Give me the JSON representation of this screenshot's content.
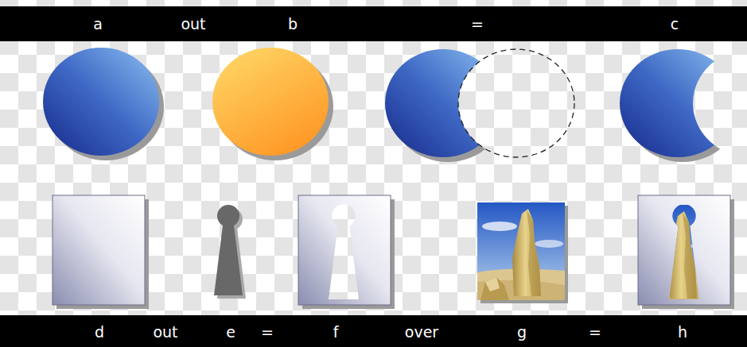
{
  "diagram": {
    "labels": [
      "a",
      "out",
      "b",
      "=",
      "c",
      "d",
      "out",
      "e",
      "=",
      "f",
      "over",
      "g",
      "=",
      "h"
    ]
  }
}
